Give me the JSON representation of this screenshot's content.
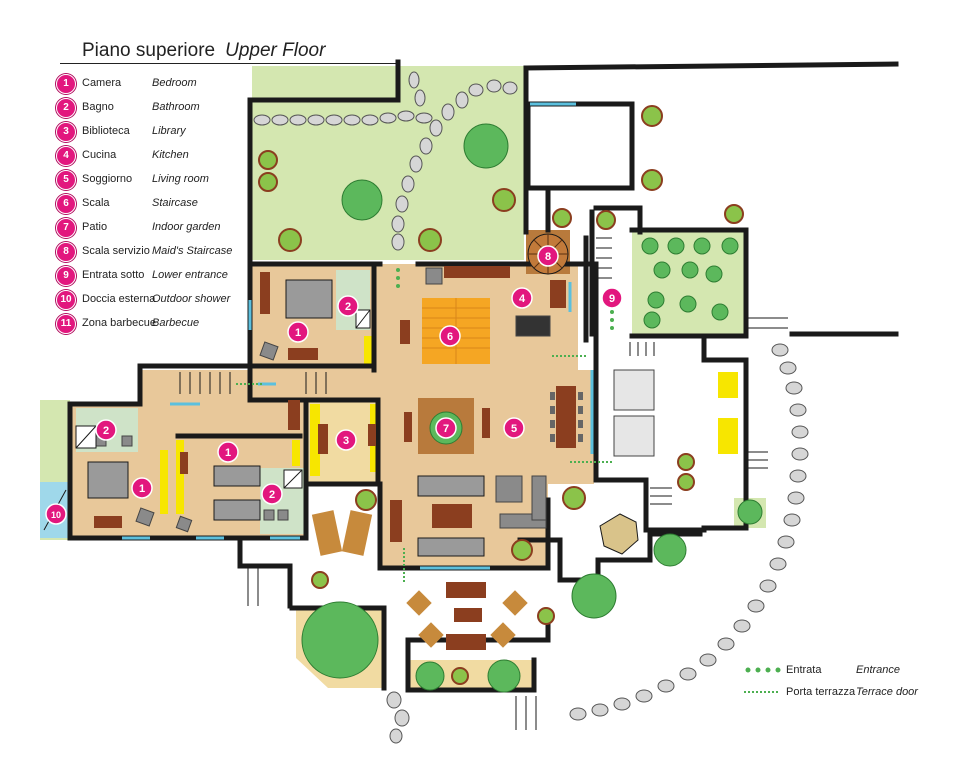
{
  "title": {
    "it": "Piano superiore",
    "en": "Upper Floor"
  },
  "legend": [
    {
      "num": "1",
      "it": "Camera",
      "en": "Bedroom"
    },
    {
      "num": "2",
      "it": "Bagno",
      "en": "Bathroom"
    },
    {
      "num": "3",
      "it": "Biblioteca",
      "en": "Library"
    },
    {
      "num": "4",
      "it": "Cucina",
      "en": "Kitchen"
    },
    {
      "num": "5",
      "it": "Soggiorno",
      "en": "Living room"
    },
    {
      "num": "6",
      "it": "Scala",
      "en": "Staircase"
    },
    {
      "num": "7",
      "it": "Patio",
      "en": "Indoor garden"
    },
    {
      "num": "8",
      "it": "Scala servizio",
      "en": "Maid's Staircase"
    },
    {
      "num": "9",
      "it": "Entrata sotto",
      "en": "Lower entrance"
    },
    {
      "num": "10",
      "it": "Doccia esterna",
      "en": "Outdoor shower"
    },
    {
      "num": "11",
      "it": "Zona barbecue",
      "en": "Barbecue"
    }
  ],
  "markers": [
    "1",
    "1",
    "1",
    "2",
    "2",
    "2",
    "3",
    "4",
    "5",
    "6",
    "7",
    "8",
    "9",
    "10"
  ],
  "key": {
    "entrance": {
      "it": "Entrata",
      "en": "Entrance"
    },
    "terrace": {
      "it": "Porta terrazza",
      "en": "Terrace door"
    }
  },
  "colors": {
    "floor": "#e8c89a",
    "lawn": "#d4e7b0",
    "wall": "#1a1a1a",
    "marker": "#e2177e",
    "furniture": "#8b3e1f",
    "bed": "#9a9a9a",
    "stairs": "#f5a623",
    "tree": "#5cb85c",
    "glass": "#5bc0de",
    "yellow": "#f7e600"
  }
}
